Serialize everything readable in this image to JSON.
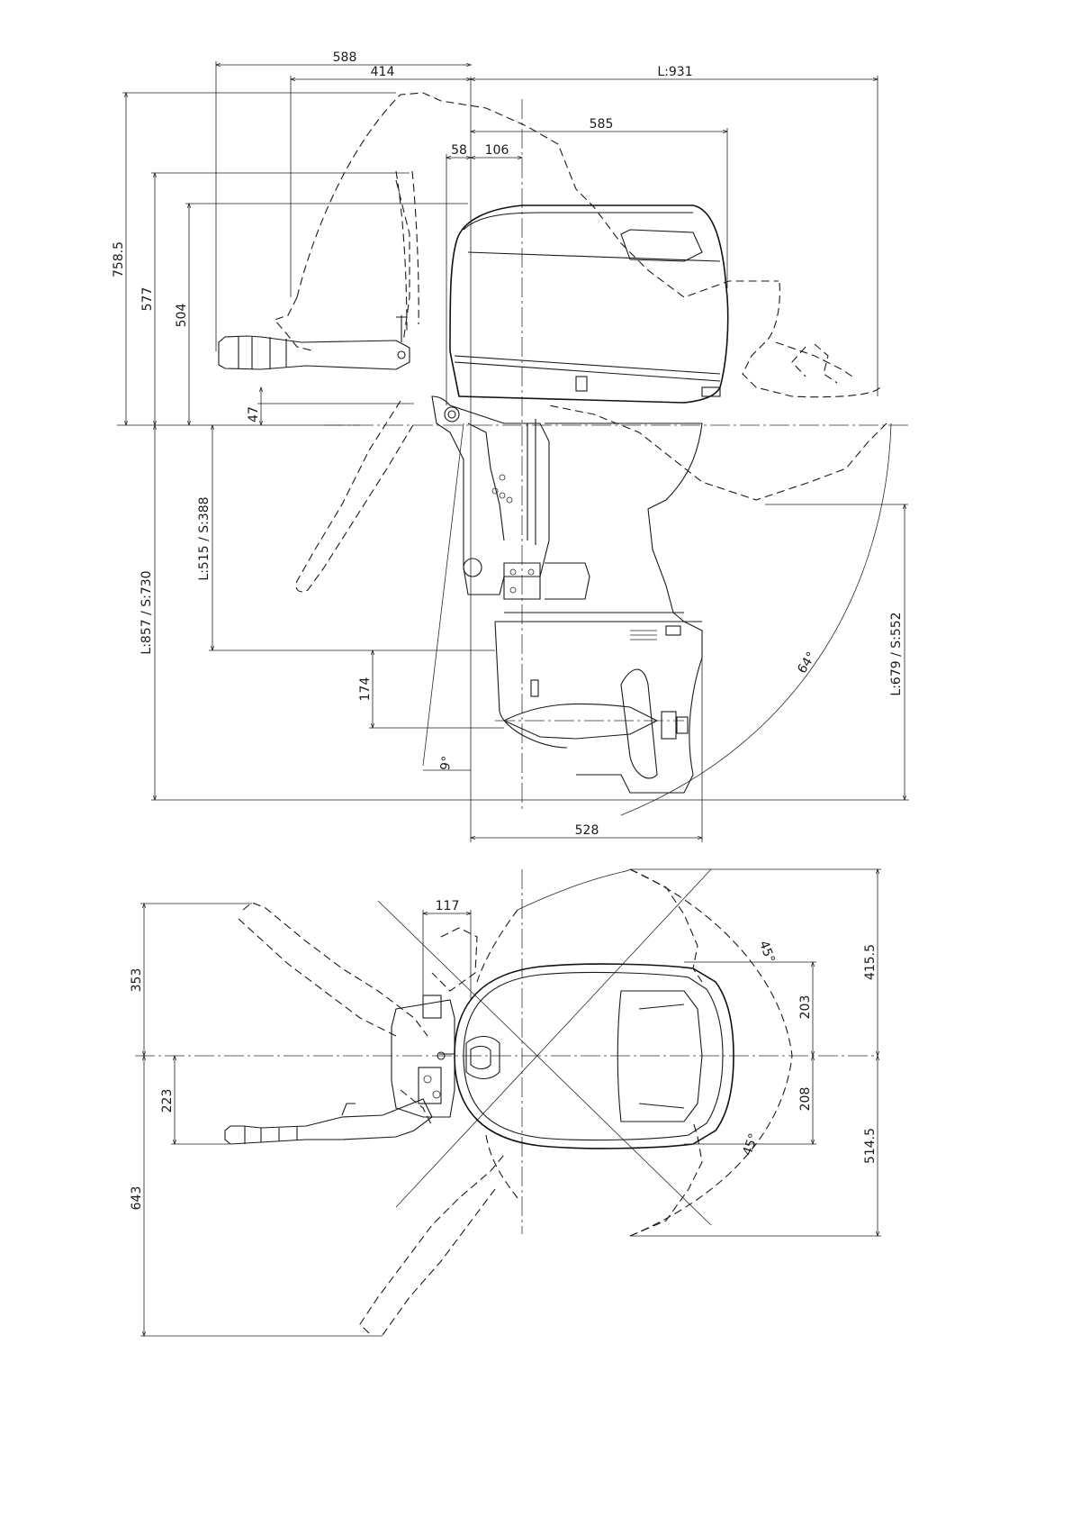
{
  "side_view": {
    "dimensions": {
      "d588": "588",
      "d414": "414",
      "d931": "L:931",
      "d585": "585",
      "d58": "58",
      "d106": "106",
      "d758": "758.5",
      "d577": "577",
      "d504": "504",
      "d47": "47",
      "d857": "L:857 / S:730",
      "d515": "L:515 / S:388",
      "d174": "174",
      "d9deg": "9°",
      "d679": "L:679 / S:552",
      "d64deg": "64°",
      "d528": "528"
    }
  },
  "top_view": {
    "dimensions": {
      "d117": "117",
      "d353": "353",
      "d223": "223",
      "d643": "643",
      "d203": "203",
      "d208": "208",
      "d415": "415.5",
      "d514": "514.5",
      "d45a": "45°",
      "d45b": "45°"
    }
  }
}
